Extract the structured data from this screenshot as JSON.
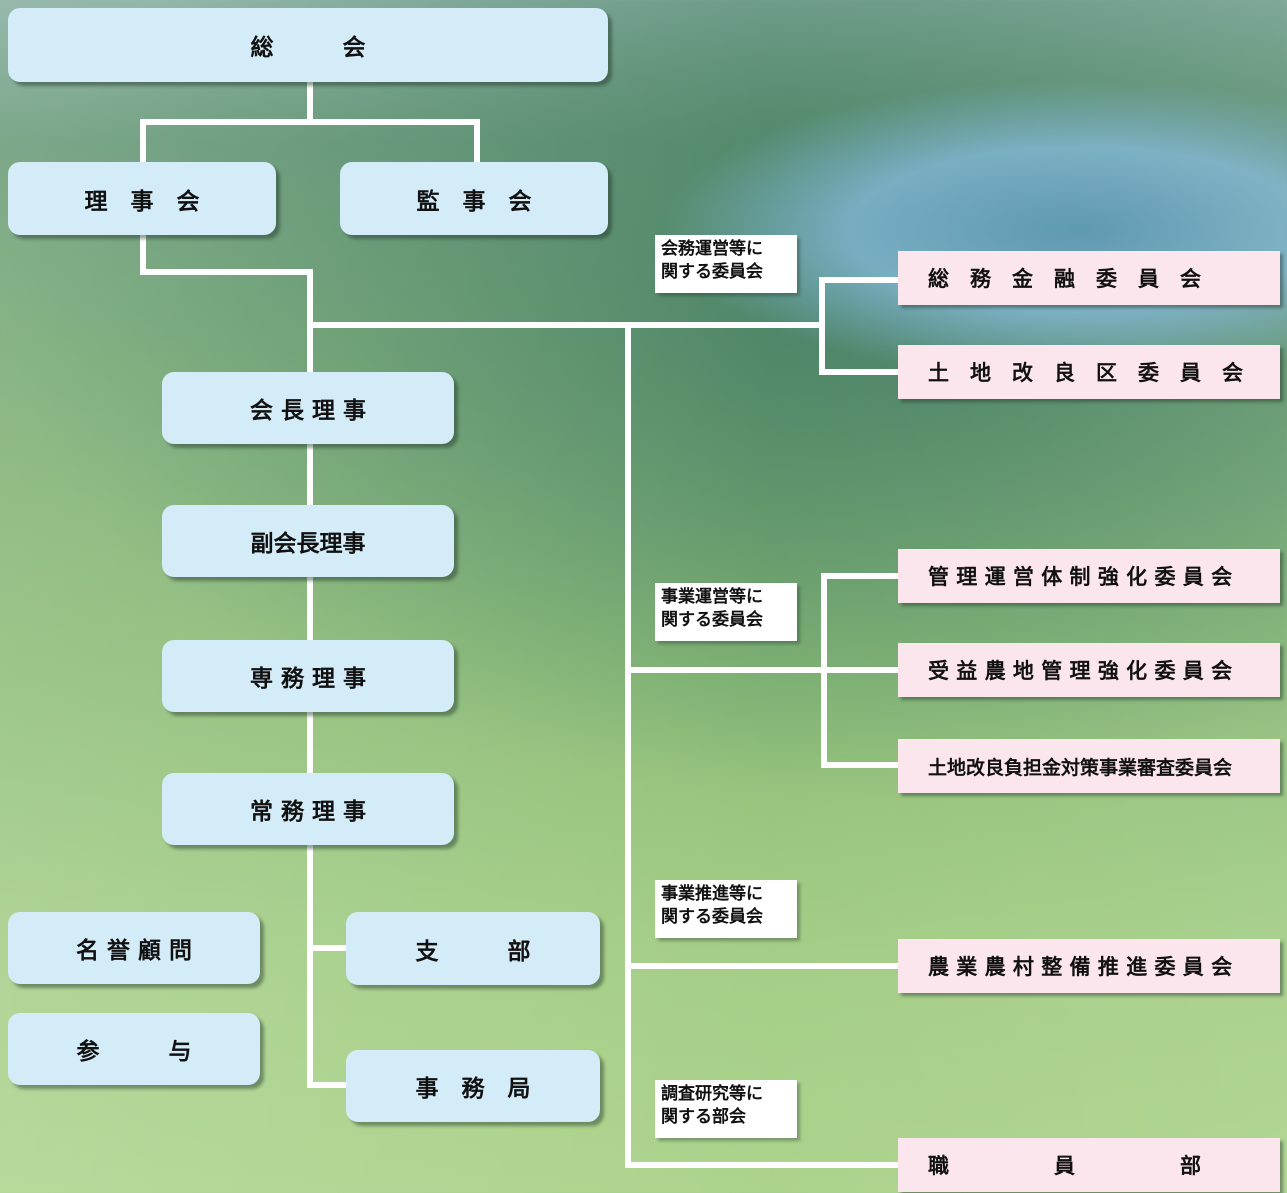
{
  "org_chart": {
    "general_assembly": "総　　　会",
    "board_of_directors": "理　事　会",
    "auditors": "監　事　会",
    "president": "会 長 理 事",
    "vice_president": "副会長理事",
    "managing_director": "専 務 理 事",
    "executive_director": "常 務 理 事",
    "honorary_advisor": "名 誉 顧 問",
    "counselor": "参　　　与",
    "branch": "支　　　部",
    "secretariat": "事　務　局"
  },
  "committee_groups": [
    {
      "tag_line1": "会務運営等に",
      "tag_line2": "関する委員会",
      "committees": [
        "総　務　金　融　委　員　会",
        "土　地　改　良　区　委　員　会"
      ]
    },
    {
      "tag_line1": "事業運営等に",
      "tag_line2": "関する委員会",
      "committees": [
        "管 理 運 営 体 制 強 化 委 員 会",
        "受 益 農 地 管 理 強 化 委 員 会",
        "土地改良負担金対策事業審査委員会"
      ]
    },
    {
      "tag_line1": "事業推進等に",
      "tag_line2": "関する委員会",
      "committees": [
        "農 業 農 村 整 備 推 進 委 員 会"
      ]
    },
    {
      "tag_line1": "調査研究等に",
      "tag_line2": "関する部会",
      "committees": [
        "職　　　　　員　　　　　部　　　　　会"
      ]
    }
  ],
  "colors": {
    "box_blue": "#d4ebf8",
    "box_pink": "#fce6ee",
    "connector": "#ffffff"
  }
}
